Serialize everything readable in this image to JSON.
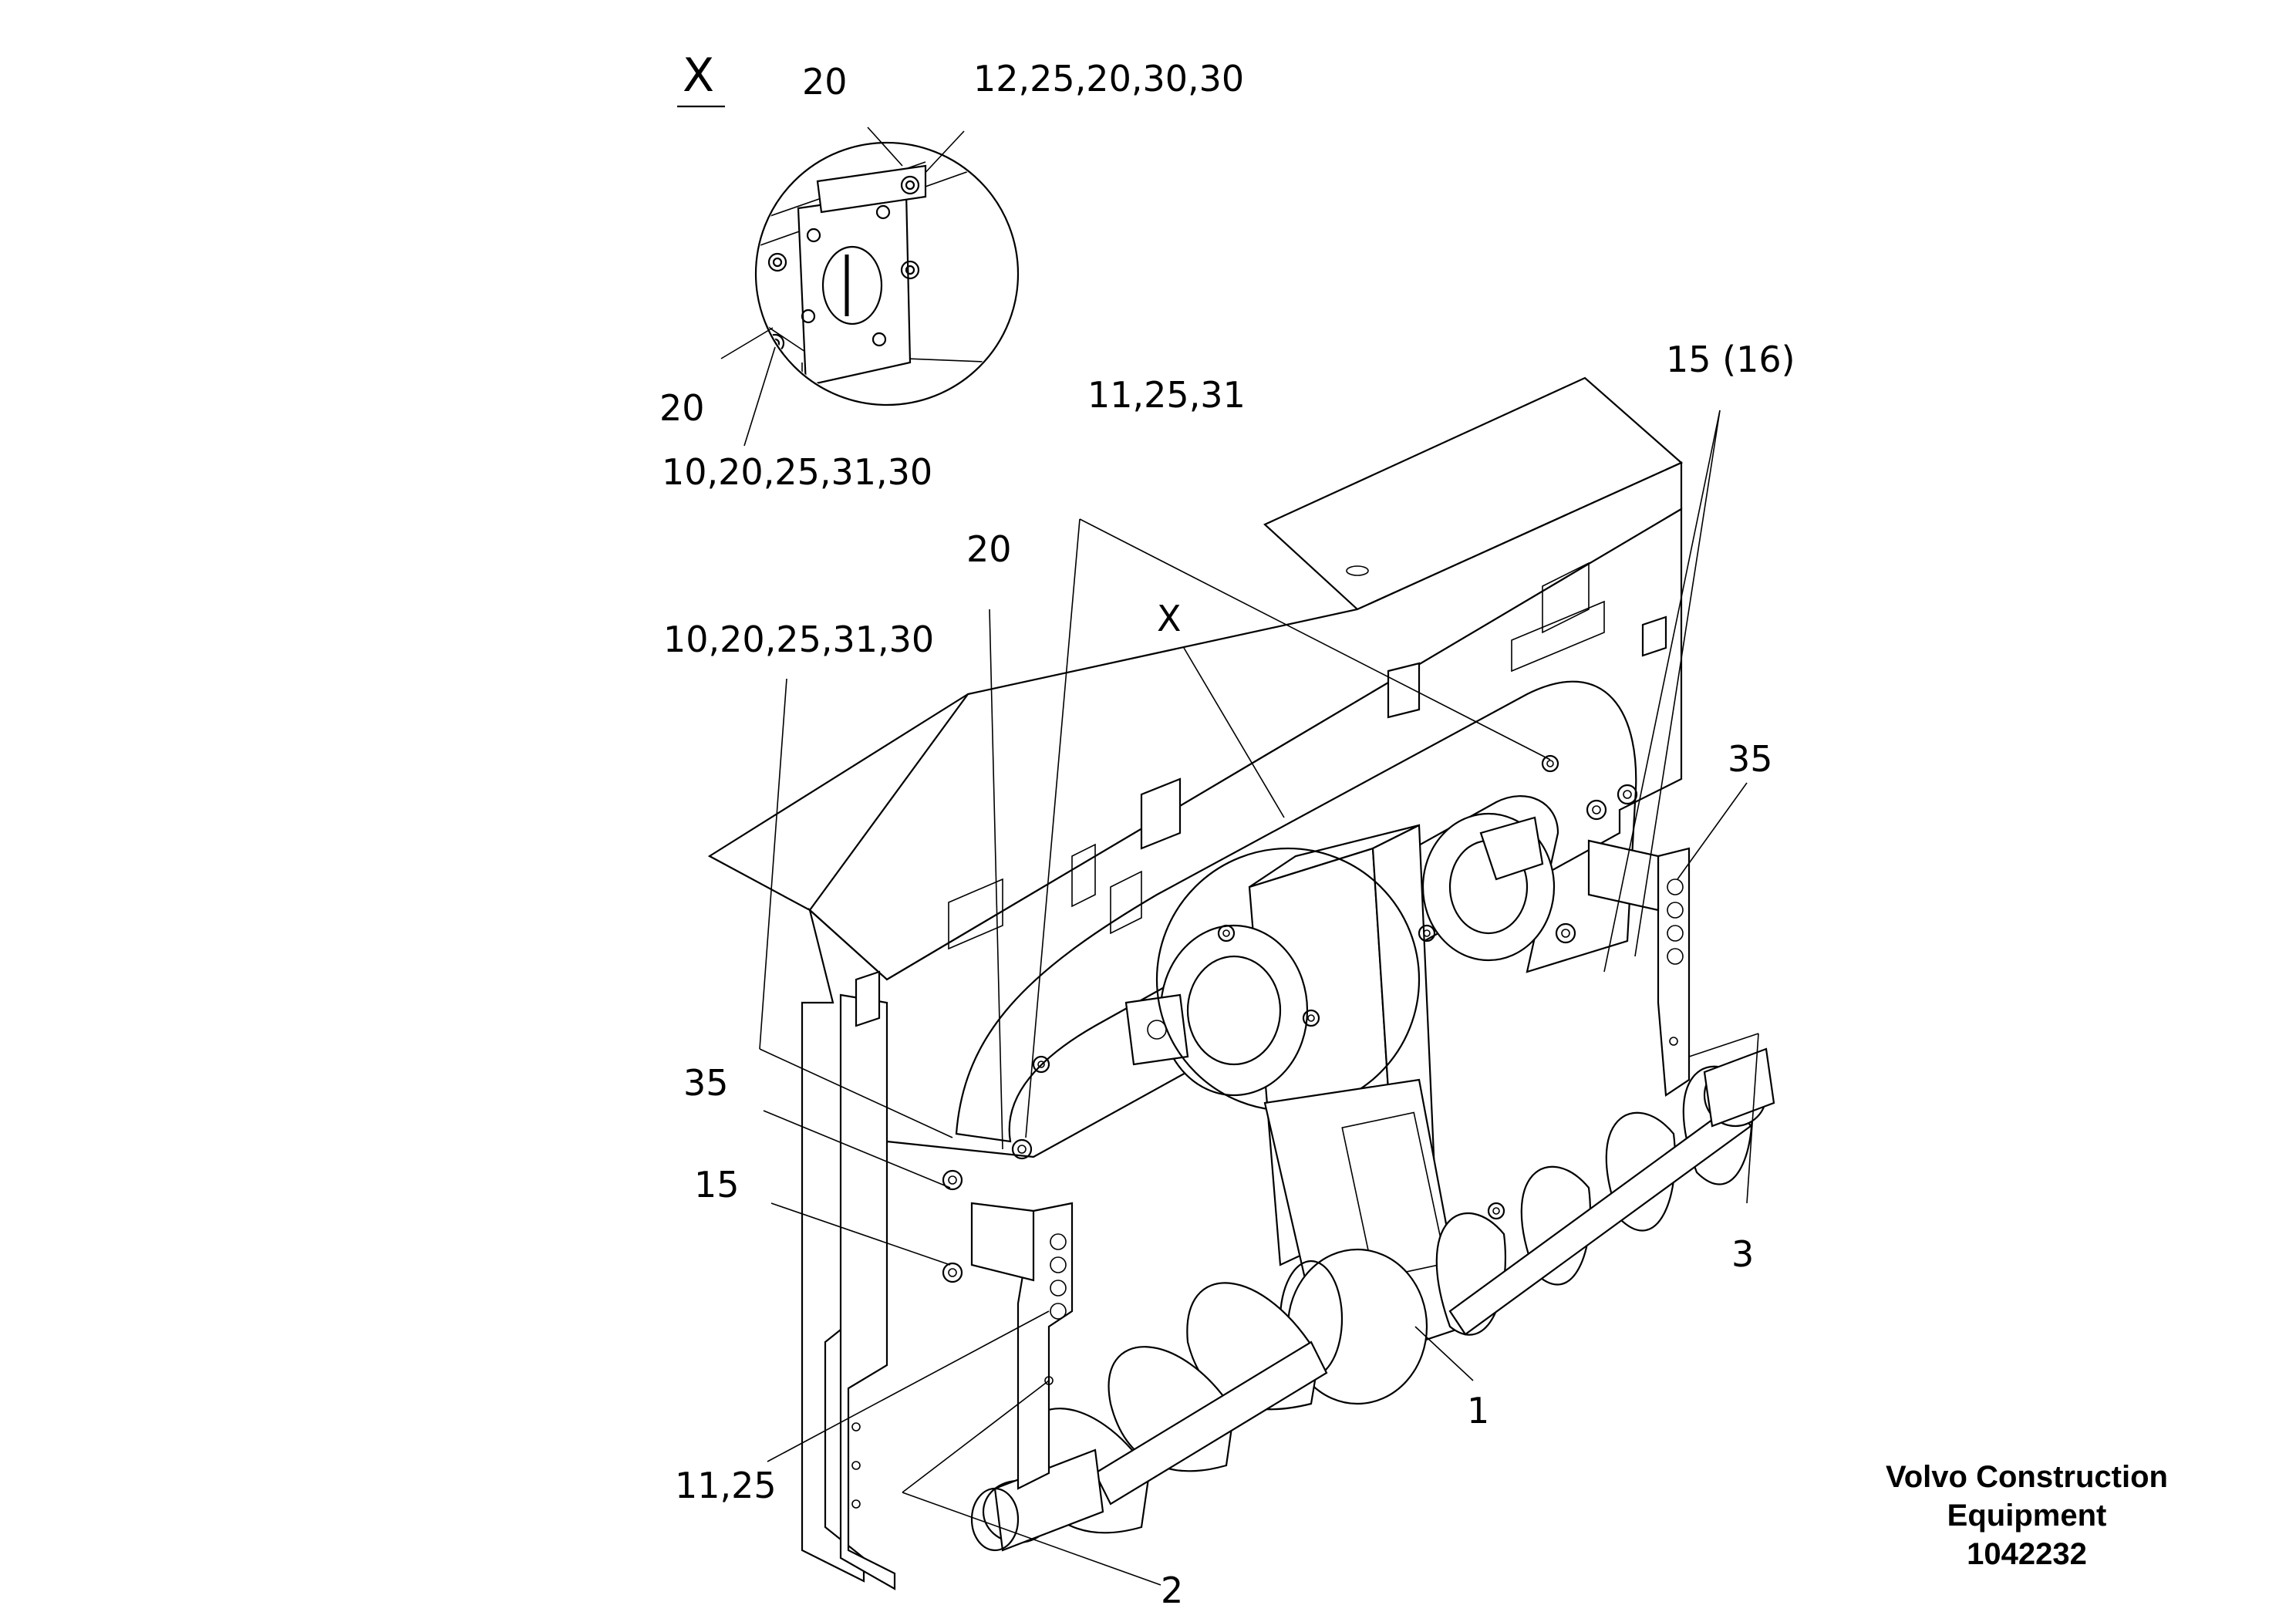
{
  "detail": {
    "marker": "X",
    "labels": {
      "top_20": "20",
      "top_right": "12,25,20,30,30",
      "left_20": "20",
      "bottom": "10,20,25,31,30"
    }
  },
  "callouts": {
    "c_11_25_31": "11,25,31",
    "c_15_16": "15 (16)",
    "c_20": "20",
    "c_10_20_25_31_30": "10,20,25,31,30",
    "c_x": "X",
    "c_35_right": "35",
    "c_35_left": "35",
    "c_15": "15",
    "c_3": "3",
    "c_1": "1",
    "c_11_25": "11,25",
    "c_2": "2"
  },
  "title_block": {
    "line1": "Volvo Construction",
    "line2": "Equipment",
    "number": "1042232"
  }
}
